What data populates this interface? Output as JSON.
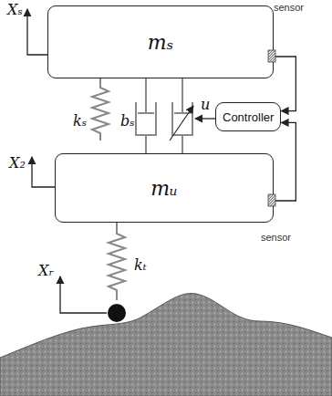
{
  "diagram": {
    "nodes": [
      {
        "text": [
          "mₛ"
        ]
      },
      {
        "text": [
          "Controller"
        ]
      },
      {
        "text": [
          "mᵤ"
        ]
      }
    ],
    "edges": [
      {
        "from": 0,
        "to": 1,
        "arrow": "to"
      },
      {
        "from": 2,
        "to": 1,
        "arrow": "to"
      }
    ],
    "labels": [
      "Xₛ",
      "sensor",
      "kₛ",
      "bₛ",
      "u",
      "X₂",
      "sensor",
      "kₜ",
      "Xᵣ"
    ]
  }
}
